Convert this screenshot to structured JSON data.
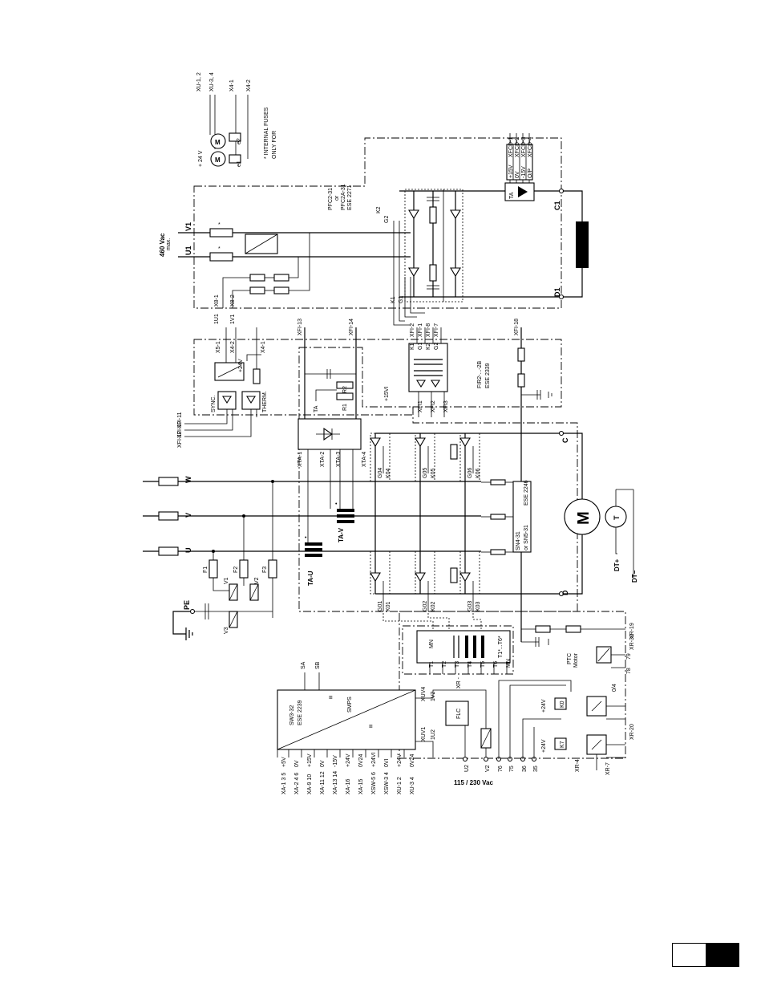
{
  "supply": {
    "mains_voltage": "460 Vac",
    "mains_max": "max.",
    "phases": [
      "U",
      "V",
      "W"
    ],
    "pe": "PE",
    "field_inputs": [
      "U1",
      "V1"
    ],
    "aux_voltage": "115 / 230 Vac"
  },
  "fuses_varistors": {
    "f1": "F1",
    "f2": "F2",
    "f3": "F3",
    "v1": "V1",
    "v2": "V2",
    "v3": "V3"
  },
  "fan": {
    "labels": [
      "XU-1, 2",
      "XU-3, 4",
      "X4-1",
      "X4-2"
    ],
    "supply": "+ 24 V",
    "thermo": [
      "e1",
      "e2"
    ],
    "note_line1": "*  INTERNAL FUSES",
    "note_line2": "ONLY FOR"
  },
  "field_board": {
    "name": "PFC2-31",
    "or1": "or",
    "alt": "PFC2A-31",
    "ese": "ESE 2271",
    "terminals": [
      "1U1",
      "X8-1",
      "1V1",
      "X8-2"
    ],
    "gate": [
      "K1",
      "G1",
      "K2",
      "G2"
    ],
    "outputs": [
      "C1",
      "D1"
    ]
  },
  "transducer": {
    "name": "TA",
    "supply": [
      "+15V",
      "0V",
      "-15V",
      "O/P"
    ],
    "terminals": [
      "XFCD-1",
      "XFCD-2",
      "XFCD-3",
      "XFCD-4"
    ]
  },
  "fir_board": {
    "name": "FIR2-...-2B",
    "ese": "ESE 2339",
    "terminals": [
      "X5-1",
      "X4-2",
      "X4-1",
      "XFI-13",
      "XFI-14",
      "XFI-18",
      "XFI-11",
      "XFI-10",
      "XFI-12",
      "XFI1",
      "XFI2",
      "XFI3",
      "XFI-2",
      "XFI-1",
      "XFI-8",
      "XFI-7",
      "K1",
      "G1",
      "K2",
      "G2"
    ],
    "sync": "SYNC.",
    "therm": "THERM.",
    "plus24": "+24V",
    "plus15": "+15VI",
    "ta": "TA",
    "r1": "R1",
    "r2": "R2",
    "xta": [
      "XTA-1",
      "XTA-2",
      "XTA-3",
      "XTA-4"
    ]
  },
  "armature": {
    "ct": [
      "TA-U",
      "TA-V"
    ],
    "gates_top": [
      "G04",
      "K04",
      "G05",
      "K05",
      "G06",
      "K06"
    ],
    "gates_bottom": [
      "G01",
      "K01",
      "G02",
      "K02",
      "G03",
      "K03"
    ],
    "snubber_name": "SN4-31",
    "snubber_alt": "or SN5-31",
    "snubber_ese": "ESE 2246",
    "out_c": "C",
    "out_d": "D",
    "motor": "M",
    "tacho": "T",
    "dt_plus": "DT+",
    "dt_minus": "DT−"
  },
  "mn_board": {
    "name": "MN",
    "pulse_label": "T1*...T6*",
    "pins": [
      "T1",
      "T2",
      "T3",
      "T4",
      "T5",
      "T6",
      "MN"
    ],
    "xr": "XR -"
  },
  "smps": {
    "name": "SW3-32",
    "ese": "ESE 2239",
    "label": "SMPS",
    "sa": "SA",
    "sb": "SB",
    "xuv4": "XUV4",
    "xuv1": "XUV1",
    "v1u2": "1V2",
    "u1u2": "1U2",
    "flc": "FLC",
    "rails": [
      "+5V",
      "0V",
      "+15V",
      "0V",
      "-15V",
      "+24V",
      "0V24",
      "+24VI",
      "0VI",
      "+24V",
      "0V24"
    ],
    "connectors": [
      "XA-1 3 5",
      "XA-2 4 6",
      "XA-9 10",
      "XA-11 12",
      "XA-13 14",
      "XA-16",
      "XA-15",
      "XSW-5 6",
      "XSW-3 4",
      "XU-1 2",
      "XU-3 4"
    ]
  },
  "aux_terminals": {
    "u2": "U2",
    "v2": "V2",
    "nums": [
      "76",
      "75",
      "36",
      "35"
    ],
    "ptc": "PTC",
    "ptc2": "Motor",
    "n79": "79",
    "n78": "78",
    "ol": "0/4",
    "xr": [
      "XR-19",
      "XR-32",
      "XR-20",
      "XR-4",
      "XR-7"
    ],
    "relays": [
      "K0",
      "K7"
    ],
    "plus24": "+24V"
  }
}
